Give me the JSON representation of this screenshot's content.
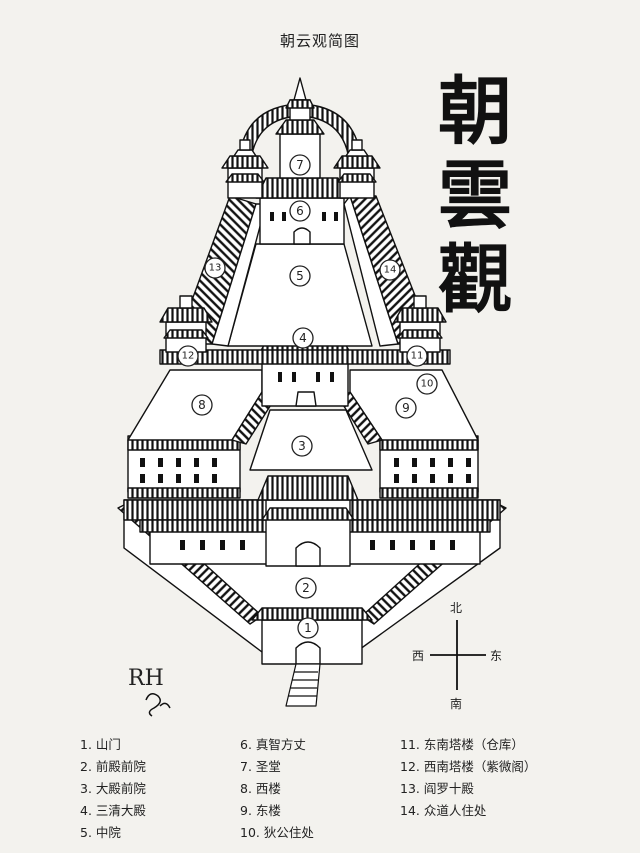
{
  "title": "朝云观简图",
  "calligraphy": [
    "朝",
    "雲",
    "觀"
  ],
  "signature": "RH",
  "compass": {
    "north": "北",
    "south": "南",
    "east": "东",
    "west": "西"
  },
  "markers": [
    "1",
    "2",
    "3",
    "4",
    "5",
    "6",
    "7",
    "8",
    "9",
    "10",
    "11",
    "12",
    "13",
    "14"
  ],
  "legend": [
    [
      "1. 山门",
      "2. 前殿前院",
      "3. 大殿前院",
      "4. 三清大殿",
      "5. 中院"
    ],
    [
      "6. 真智方丈",
      "7. 圣堂",
      "8. 西楼",
      "9. 东楼",
      "10. 狄公住处"
    ],
    [
      "11. 东南塔楼（仓库）",
      "12. 西南塔楼（紫微阁）",
      "13. 阎罗十殿",
      "14. 众道人住处"
    ]
  ]
}
